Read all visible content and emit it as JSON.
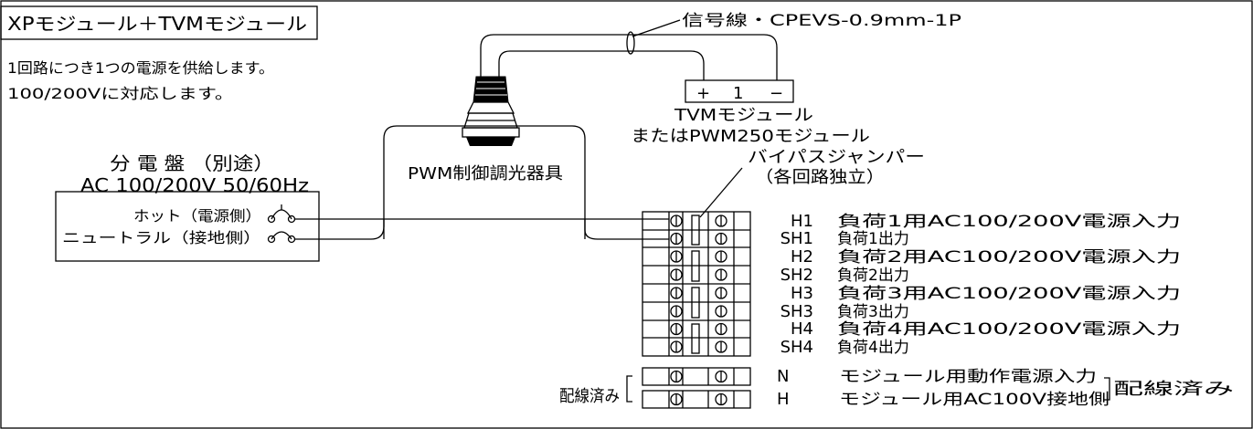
{
  "title_box": "XPモジュール＋TVMモジュール",
  "notes": [
    "1回路につき1つの電源を供給します。",
    "100/200Vに対応します。"
  ],
  "signal_line": "信号線・CPEVS-0.9mm-1P",
  "tvm_terminal": {
    "plus": "+",
    "number": "1",
    "minus": "−"
  },
  "tvm_module": {
    "line1": "TVMモジュール",
    "line2": "またはPWM250モジュール"
  },
  "fixture_label": "PWM制御調光器具",
  "bypass_jumper": {
    "line1": "バイパスジャンパー",
    "line2": "（各回路独立）"
  },
  "panel": {
    "title": "分 電 盤 （別途）",
    "rating": "AC 100/200V 50/60Hz",
    "hot": "ホット（電源側）",
    "neutral": "ニュートラル（接地側）"
  },
  "terminals": [
    {
      "code": "H1",
      "desc": "負荷1用AC100/200V電源入力"
    },
    {
      "code": "SH1",
      "desc": "負荷1出力"
    },
    {
      "code": "H2",
      "desc": "負荷2用AC100/200V電源入力"
    },
    {
      "code": "SH2",
      "desc": "負荷2出力"
    },
    {
      "code": "H3",
      "desc": "負荷3用AC100/200V電源入力"
    },
    {
      "code": "SH3",
      "desc": "負荷3出力"
    },
    {
      "code": "H4",
      "desc": "負荷4用AC100/200V電源入力"
    },
    {
      "code": "SH4",
      "desc": "負荷4出力"
    }
  ],
  "module_terminals": [
    {
      "code": "N",
      "desc": "モジュール用動作電源入力"
    },
    {
      "code": "H",
      "desc": "モジュール用AC100V接地側"
    }
  ],
  "wired_left": "配線済み",
  "wired_right": "配線済み"
}
